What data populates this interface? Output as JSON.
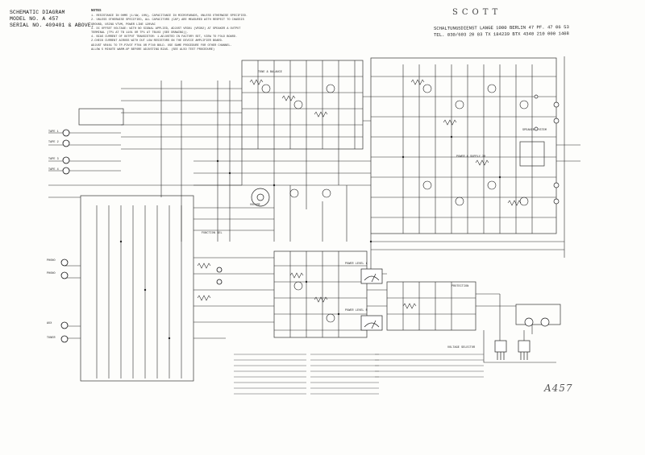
{
  "document": {
    "title_block": [
      "SCHEMATIC DIAGRAM",
      "MODEL NO. A 457",
      "SERIAL NO. 409401 & ABOVE."
    ],
    "brand": "SCOTT",
    "service_stamp": [
      "SCHALTUNGSDIENST LANGE 1000 BERLIN 47 PF. 47 06 53",
      "TEL. 030/603 20 83 TX 184239 BTX 4340 210 000 1408"
    ],
    "notes_title": "NOTES",
    "notes": [
      "1. RESISTANCE IN OHMS (1/4W, 10%), CAPACITANCE IN MICROFARADS, UNLESS OTHERWISE SPECIFIED.",
      "2. UNLESS OTHERWISE SPECIFIED, ALL CAPACITORS (CAP) ARE MEASURED WITH RESPECT TO CHASSIS",
      "   GROUND, USING VTVM, POWER LINE 120VAC",
      "3. DC OFFSET VOLTAGE: WITH NO SIGNAL APPLIED, ADJUST VR301 (VR302) AT SPEAKER A OUTPUT",
      "   TERMINAL (TP1 AT TB 1101 OR TP1 AT TB103 (SEE DRAWING)).",
      "4. BIAS CURRENT OF OUTPUT TRANSISTOR: 1.ADJUSTED IN FACTORY SET, VIEW TO FOLD BOARD.",
      "   2.CHECK CURRENT ACROSS WITH DUT LOW RESISTORS ON THE DEVICE AMPLIFIER BOARD.",
      "   ADJUST VR401 TO TP-PIVOT P704 OR P740 BOLD. USE SAME PROCEDURE FOR OTHER CHANNEL.",
      "   ALLOW 5 MINUTE WARM-UP BEFORE ADJUSTING BIAS. (SEE ALSO TEST PROCEDURE)"
    ],
    "handwritten_mark": "A457"
  },
  "diagram": {
    "jacks_left": [
      "TAPE 1",
      "TAPE 2",
      "TAPE 3",
      "TAPE 4",
      "PHONO",
      "PHONO",
      "AUX",
      "TUNER"
    ],
    "power_meters": [
      "POWER LEVEL L",
      "POWER LEVEL R"
    ],
    "section_labels": {
      "tone_board": "TONE & BALANCE",
      "main_amp": "POWER & SUPPLY 30",
      "speakers": "SPEAKER SYSTEM",
      "volume": "VOLUME",
      "selector": "FUNCTION SEL",
      "protect": "PROTECTION",
      "voltage_selector": "VOLTAGE SELECTOR"
    }
  }
}
